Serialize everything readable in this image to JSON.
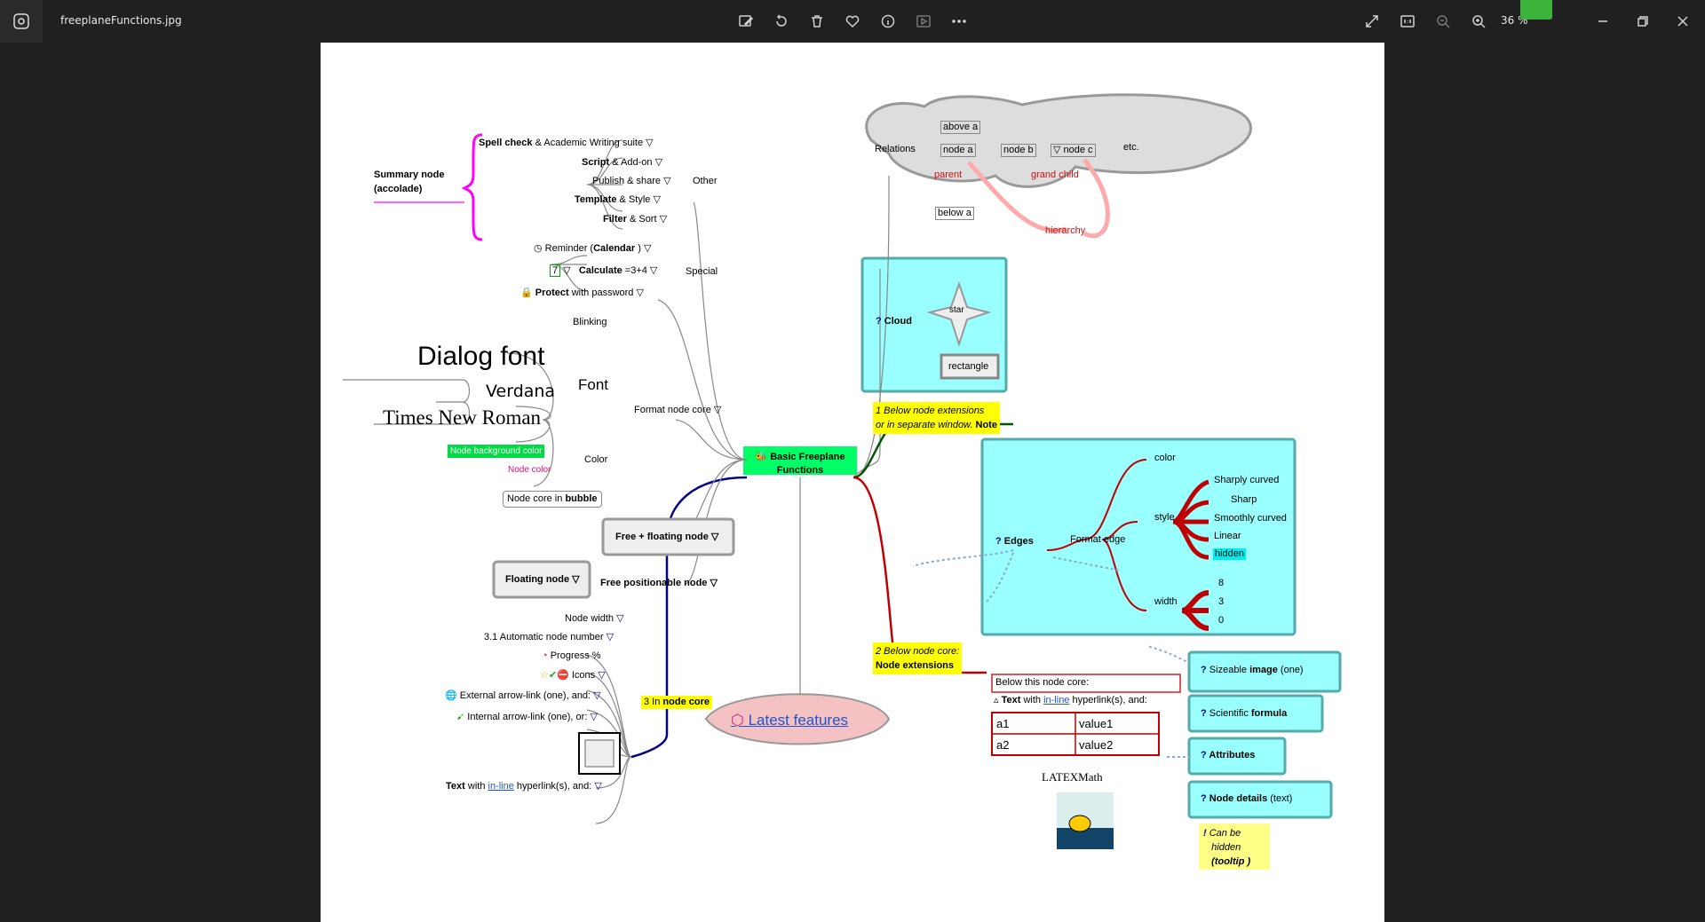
{
  "window": {
    "file_name": "freeplaneFunctions.jpg",
    "zoom": "36 %"
  },
  "toolbar": {
    "icons": [
      "edit-image-icon",
      "rotate-icon",
      "delete-icon",
      "favorite-icon",
      "info-icon",
      "slideshow-icon",
      "more-icon"
    ],
    "right_icons": [
      "fullscreen-icon",
      "actual-size-icon",
      "zoom-out-icon",
      "zoom-in-icon"
    ],
    "window_controls": [
      "minimize-icon",
      "restore-icon",
      "close-icon"
    ]
  },
  "mindmap": {
    "root": "Basic Freeplane Functions",
    "summary": {
      "line1": "Summary node",
      "line2": "(accolade)"
    },
    "other": {
      "label": "Other",
      "items": [
        {
          "bold": "Spell check",
          "rest": " & Academic Writing suite"
        },
        {
          "bold": "Script",
          "rest": " & Add-on"
        },
        {
          "bold": "",
          "rest": "Publish & share"
        },
        {
          "bold": "Template",
          "rest": " & Style"
        },
        {
          "bold": "Filter",
          "rest": " & Sort"
        }
      ]
    },
    "special": {
      "label": "Special",
      "reminder_a": "Reminder (",
      "reminder_b": "Calendar",
      "reminder_c": " )",
      "calc_box": "7",
      "calc_bold": "Calculate",
      "calc_rest": " =3+4",
      "protect_bold": "Protect",
      "protect_rest": " with password"
    },
    "format": {
      "label": "Format node core",
      "blinking": "Blinking",
      "font_label": "Font",
      "dialog_font": "Dialog font",
      "verdana": "Verdana",
      "times": "Times New Roman",
      "color_label": "Color",
      "bg_color": "Node background color",
      "node_color": "Node color",
      "bubble_a": "Node core in ",
      "bubble_b": "bubble"
    },
    "free_floating": "Free + floating node",
    "floating": "Floating node",
    "free_positionable": "Free positionable node",
    "core": {
      "label_a": "3 In ",
      "label_b": "node core",
      "node_width": "Node width",
      "auto_number": "3.1 Automatic node number",
      "progress": "Progress %",
      "icons": "Icons",
      "external_link": "External arrow-link (one), and:",
      "internal_link": "Internal arrow-link (one), or:",
      "text_bold": "Text",
      "text_with": " with ",
      "text_link": "in-line",
      "text_rest": " hyperlink(s), and:"
    },
    "latest": "Latest features",
    "relations": {
      "label": "Relations",
      "above": "above a",
      "node_a": "node a",
      "node_b": "node b",
      "node_c": "node c",
      "etc": "etc.",
      "parent": "parent",
      "grand_child": "grand child",
      "below": "below a",
      "hierarchy": "hierarchy"
    },
    "cloud": {
      "label": "Cloud",
      "star": "star",
      "rectangle": "rectangle"
    },
    "note": {
      "line1": "1 Below node extensions",
      "line2a": "or in separate window. ",
      "line2b": "Note"
    },
    "edges": {
      "label": "Edges",
      "format_edge": "Format edge",
      "color": "color",
      "style": "style",
      "styles": [
        "Sharply curved",
        "Sharp",
        "Smoothly curved",
        "Linear",
        "hidden"
      ],
      "width": "width",
      "widths": [
        "8",
        "3",
        "0"
      ]
    },
    "extensions": {
      "line1": "2 Below node core:",
      "line2": "Node extensions"
    },
    "below_core": {
      "label": "Below this node core:",
      "text_bold": "Text",
      "text_with": " with ",
      "text_link": "in-line",
      "text_rest": " hyperlink(s), and:",
      "table": [
        [
          "a1",
          "value1"
        ],
        [
          "a2",
          "value2"
        ]
      ],
      "latex": "LATEXMath"
    },
    "image": {
      "bold": "image",
      "a": "Sizeable ",
      "b": " (one)"
    },
    "formula": {
      "a": "Scientific ",
      "bold": "formula"
    },
    "attributes": "Attributes",
    "details": {
      "bold": "Node details",
      "rest": " (text)"
    },
    "tooltip": {
      "line1": "Can be",
      "line2": "hidden",
      "line3": "(tooltip )"
    }
  },
  "colors": {
    "titlebar": "#202020",
    "cyan_node": "#99ffff",
    "green_root": "#00ff66",
    "yellow_note": "#ffff00",
    "cloud_gray": "#dddddd",
    "pink_latest": "#f4c2c2"
  }
}
